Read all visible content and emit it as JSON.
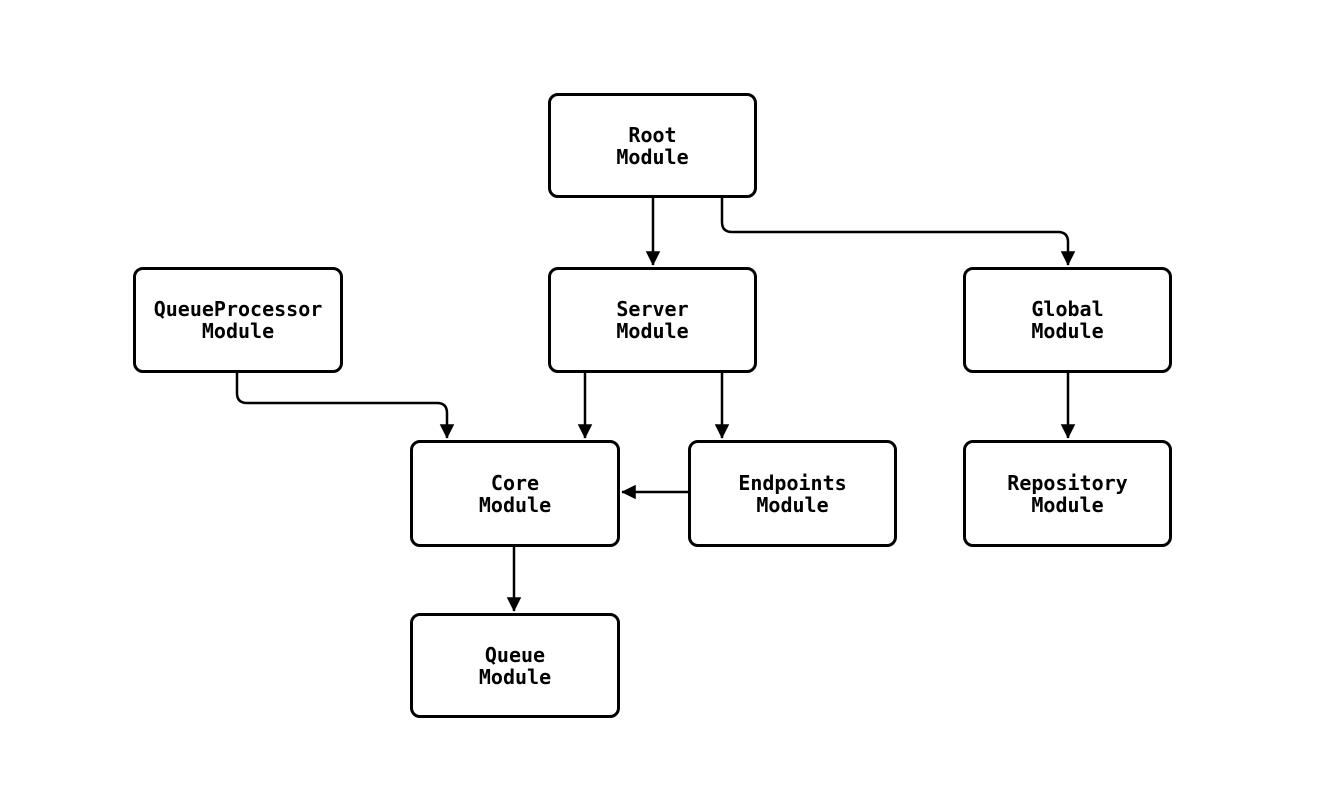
{
  "diagram": {
    "background_color": "#ffffff",
    "stroke_color": "#000000",
    "node_fill_color": "#ffffff",
    "nodes": [
      {
        "id": "root",
        "line1": "Root",
        "line2": "Module"
      },
      {
        "id": "queueprocessor",
        "line1": "QueueProcessor",
        "line2": "Module"
      },
      {
        "id": "server",
        "line1": "Server",
        "line2": "Module"
      },
      {
        "id": "global",
        "line1": "Global",
        "line2": "Module"
      },
      {
        "id": "core",
        "line1": "Core",
        "line2": "Module"
      },
      {
        "id": "endpoints",
        "line1": "Endpoints",
        "line2": "Module"
      },
      {
        "id": "repository",
        "line1": "Repository",
        "line2": "Module"
      },
      {
        "id": "queue",
        "line1": "Queue",
        "line2": "Module"
      }
    ],
    "edges": [
      {
        "from": "Root Module",
        "to": "Server Module"
      },
      {
        "from": "Root Module",
        "to": "Global Module"
      },
      {
        "from": "QueueProcessor Module",
        "to": "Core Module"
      },
      {
        "from": "Server Module",
        "to": "Core Module"
      },
      {
        "from": "Server Module",
        "to": "Endpoints Module"
      },
      {
        "from": "Global Module",
        "to": "Repository Module"
      },
      {
        "from": "Endpoints Module",
        "to": "Core Module"
      },
      {
        "from": "Core Module",
        "to": "Queue Module"
      }
    ]
  }
}
